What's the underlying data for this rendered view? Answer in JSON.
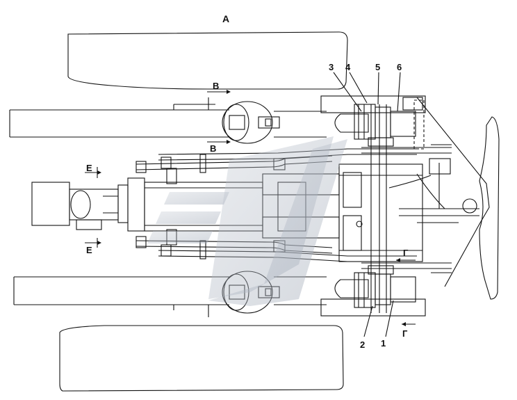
{
  "view_title": "А",
  "section_markers": {
    "v_top": "В",
    "v_bottom": "В",
    "e_top": "Е",
    "e_bottom": "Е",
    "g_top": "Г",
    "g_bottom": "Г"
  },
  "callouts": [
    {
      "id": "1",
      "text": "1"
    },
    {
      "id": "2",
      "text": "2"
    },
    {
      "id": "3",
      "text": "3"
    },
    {
      "id": "4",
      "text": "4"
    },
    {
      "id": "5",
      "text": "5"
    },
    {
      "id": "6",
      "text": "6"
    }
  ],
  "colors": {
    "line": "#111111",
    "watermark": "#a8b0bc"
  }
}
